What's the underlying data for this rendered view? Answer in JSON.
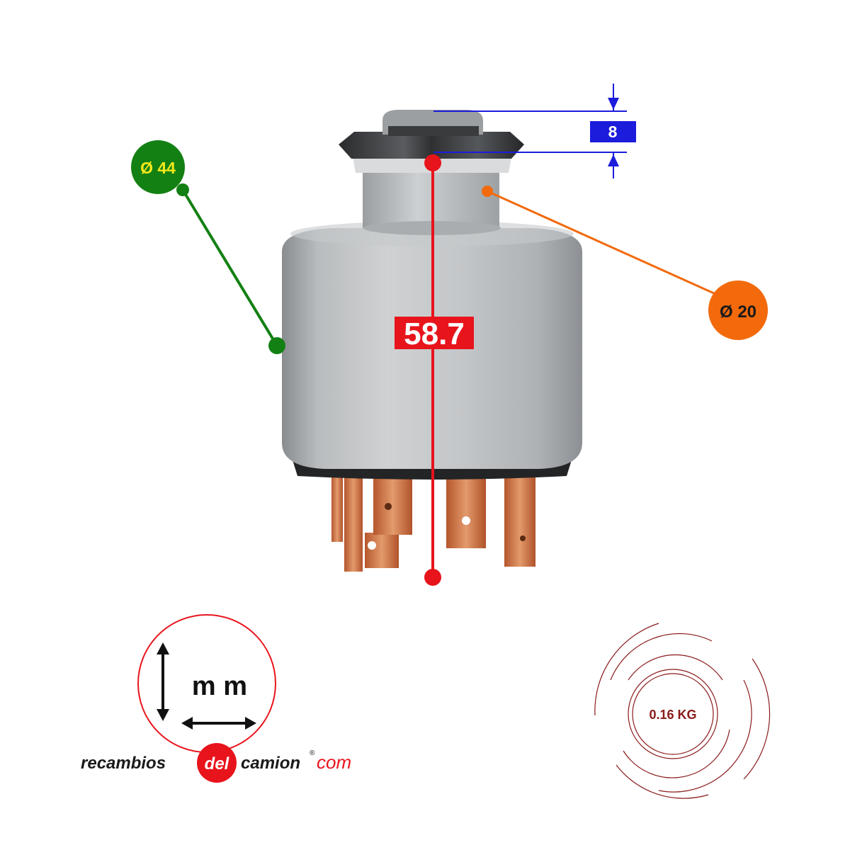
{
  "dimensions": {
    "outer_diameter": {
      "label": "Ø 44",
      "color": "#138013",
      "text_color": "#f3e81a"
    },
    "neck_diameter": {
      "label": "Ø 20",
      "color": "#f26a0c",
      "text_color": "#1a1a1a"
    },
    "nut_height": {
      "label": "8",
      "color": "#1c1cdc",
      "text_color": "#ffffff"
    },
    "total_height": {
      "label": "58.7",
      "color": "#e8141c",
      "text_color": "#ffffff"
    }
  },
  "units": {
    "label": "m m",
    "ring_color": "#e8141c"
  },
  "weight": {
    "label": "0.16 KG",
    "color": "#8b1a1a"
  },
  "brand": {
    "part1": "recambios",
    "part2": "del",
    "part3": "camion",
    "part4": "com",
    "registered": "®",
    "accent_color": "#e8141c"
  },
  "icons": [
    "switch-product",
    "dimension-arrows-icon",
    "weight-rings-icon"
  ]
}
